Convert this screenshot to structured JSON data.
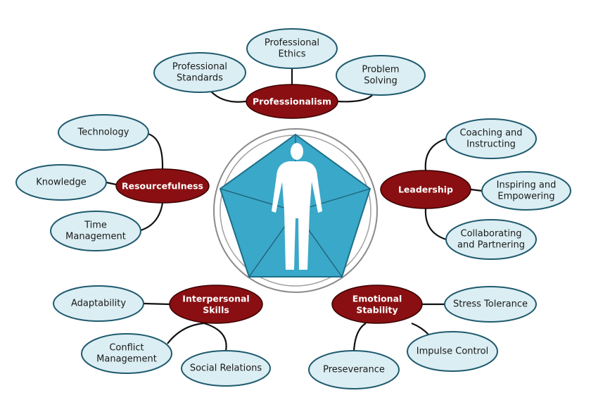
{
  "colors": {
    "leaf_fill": "#dbeef3",
    "leaf_stroke": "#1f5a6e",
    "category_fill": "#8a0f12",
    "category_stroke": "#3a0000",
    "pentagon_fill": "#3aa8c8",
    "connector": "#111111"
  },
  "categories": [
    {
      "id": "professionalism",
      "lines": [
        "Professionalism"
      ],
      "leaves": [
        {
          "lines": [
            "Professional",
            "Standards"
          ]
        },
        {
          "lines": [
            "Professional",
            "Ethics"
          ]
        },
        {
          "lines": [
            "Problem",
            "Solving"
          ]
        }
      ]
    },
    {
      "id": "resourcefulness",
      "lines": [
        "Resourcefulness"
      ],
      "leaves": [
        {
          "lines": [
            "Technology"
          ]
        },
        {
          "lines": [
            "Knowledge"
          ]
        },
        {
          "lines": [
            "Time",
            "Management"
          ]
        }
      ]
    },
    {
      "id": "leadership",
      "lines": [
        "Leadership"
      ],
      "leaves": [
        {
          "lines": [
            "Coaching and",
            "Instructing"
          ]
        },
        {
          "lines": [
            "Inspiring and",
            "Empowering"
          ]
        },
        {
          "lines": [
            "Collaborating",
            "and Partnering"
          ]
        }
      ]
    },
    {
      "id": "interpersonal",
      "lines": [
        "Interpersonal",
        "Skills"
      ],
      "leaves": [
        {
          "lines": [
            "Adaptability"
          ]
        },
        {
          "lines": [
            "Conflict",
            "Management"
          ]
        },
        {
          "lines": [
            "Social Relations"
          ]
        }
      ]
    },
    {
      "id": "emotional",
      "lines": [
        "Emotional",
        "Stability"
      ],
      "leaves": [
        {
          "lines": [
            "Stress Tolerance"
          ]
        },
        {
          "lines": [
            "Impulse Control"
          ]
        },
        {
          "lines": [
            "Preseverance"
          ]
        }
      ]
    }
  ]
}
